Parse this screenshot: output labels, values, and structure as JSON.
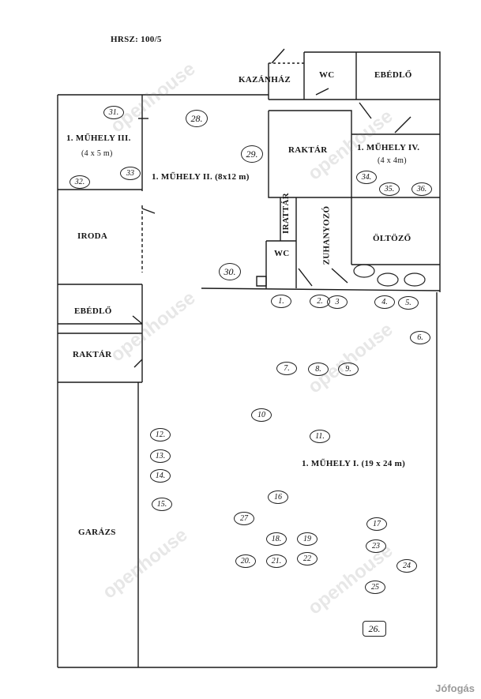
{
  "header": {
    "hrsz": "HRSZ:  100/5"
  },
  "rooms": {
    "kazanhaz": "KAZÁNHÁZ",
    "wc_top": "WC",
    "ebedlo_top": "EBÉDLŐ",
    "muhely3_title": "1.  MŰHELY III.",
    "muhely3_size": "(4 x 5 m)",
    "muhely2": "1. MŰHELY II. (8x12 m)",
    "raktar_top": "RAKTÁR",
    "muhely4_title": "1. MŰHELY IV.",
    "muhely4_size": "(4 x 4m)",
    "irattar": "IRATTÁR",
    "zuhanyozo": "ZUHANYOZÓ",
    "wc_small": "WC",
    "oltozo": "ÖLTÖZŐ",
    "iroda": "IRODA",
    "ebedlo_left": "EBÉDLŐ",
    "raktar_left": "RAKTÁR",
    "garazs": "GARÁZS",
    "muhely1": "1. MŰHELY  I.  (19 x 24 m)"
  },
  "markers": [
    "1.",
    "2.",
    "3",
    "4.",
    "5.",
    "6.",
    "7.",
    "8.",
    "9.",
    "10",
    "11.",
    "12.",
    "13.",
    "14.",
    "15.",
    "16",
    "17",
    "18.",
    "19",
    "20.",
    "21.",
    "22",
    "23",
    "24",
    "25",
    "26.",
    "27",
    "28.",
    "29.",
    "30.",
    "31.",
    "32.",
    "33",
    "34.",
    "35.",
    "36."
  ],
  "watermark": "openhouse",
  "site_logo": "Jófogás"
}
